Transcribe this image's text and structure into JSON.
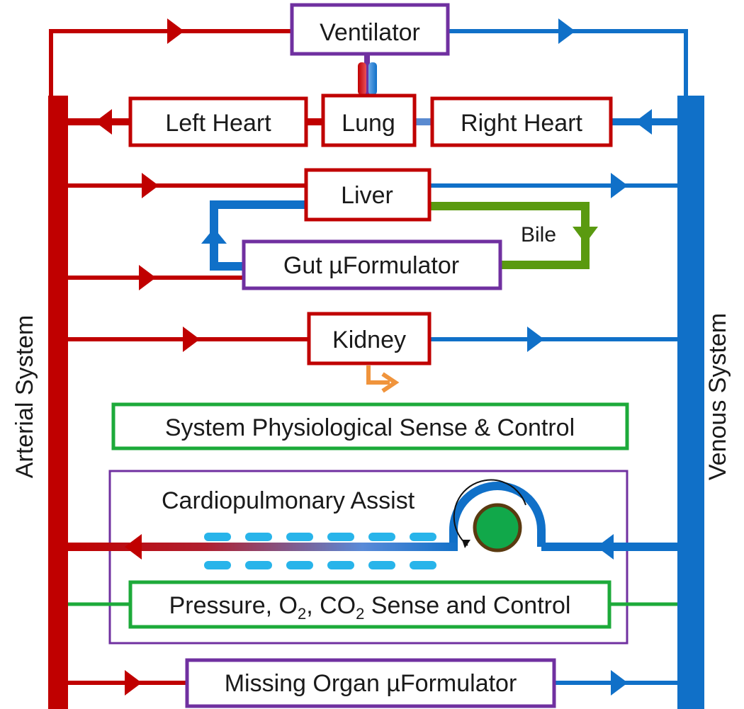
{
  "colors": {
    "arterial": "#c00000",
    "venous": "#1070c8",
    "bile": "#5a9a10",
    "urine": "#f0943c",
    "sense_control": "#1daa3a",
    "formulator_border": "#7030a0",
    "oxygenator_dash": "#28b4ea",
    "pump_rotor": "#11a84a"
  },
  "labels": {
    "ventilator": "Ventilator",
    "left_heart": "Left Heart",
    "lung": "Lung",
    "right_heart": "Right Heart",
    "liver": "Liver",
    "bile": "Bile",
    "gut": "Gut µFormulator",
    "kidney": "Kidney",
    "system_sense": "System Physiological Sense & Control",
    "cardiopulmonary": "Cardiopulmonary Assist",
    "pressure_a": "Pressure, O",
    "pressure_b": ", CO",
    "pressure_c": " Sense and Control",
    "sub2": "2",
    "missing_organ": "Missing Organ µFormulator",
    "arterial_system": "Arterial System",
    "venous_system": "Venous System"
  },
  "icons": [
    "pump-rotor-icon",
    "rotation-arrow-icon",
    "flow-arrow-icon"
  ]
}
